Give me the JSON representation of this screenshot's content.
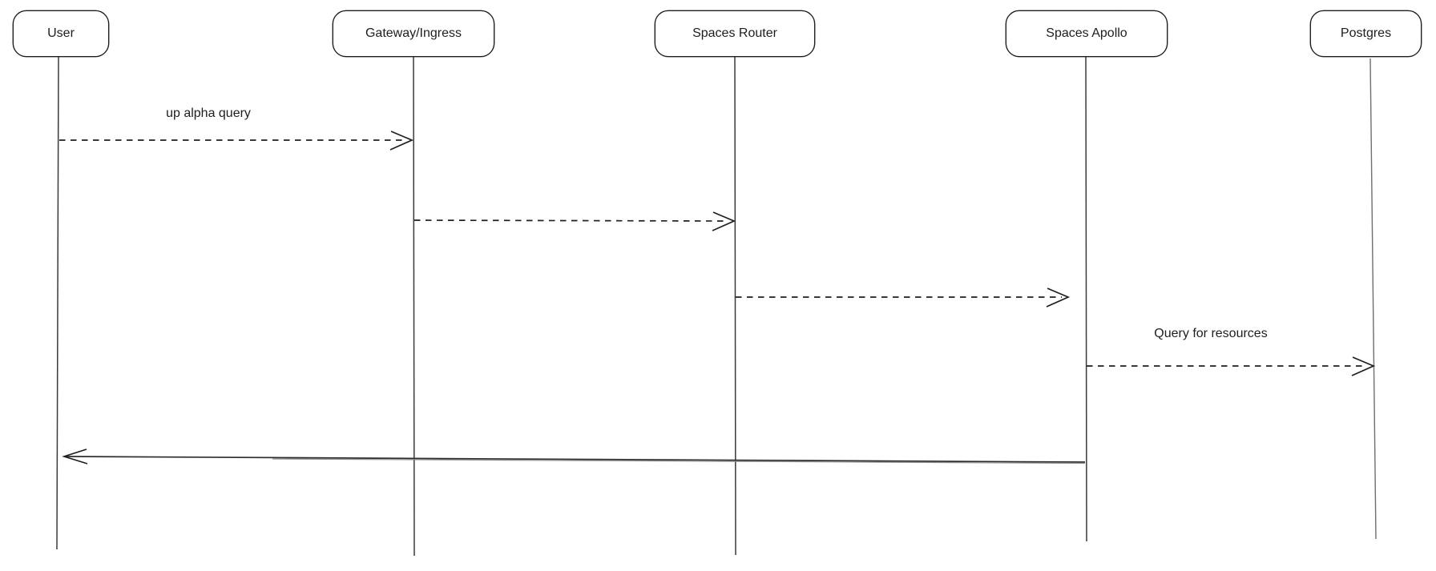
{
  "diagram": {
    "kind": "sequence-diagram",
    "background_color": "#ffffff",
    "stroke_color": "#1f1f1f",
    "secondary_stroke_color": "#6f6f6f",
    "text_color": "#1e1e1e"
  },
  "actors": [
    {
      "label": "User"
    },
    {
      "label": "Gateway/Ingress"
    },
    {
      "label": "Spaces Router"
    },
    {
      "label": "Spaces Apollo"
    },
    {
      "label": "Postgres"
    }
  ],
  "messages": [
    {
      "label": "up alpha query",
      "from": "User",
      "to": "Gateway/Ingress",
      "style": "dashed"
    },
    {
      "label": "",
      "from": "Gateway/Ingress",
      "to": "Spaces Router",
      "style": "dashed"
    },
    {
      "label": "",
      "from": "Spaces Router",
      "to": "Spaces Apollo",
      "style": "dashed"
    },
    {
      "label": "Query for resources",
      "from": "Spaces Apollo",
      "to": "Postgres",
      "style": "dashed"
    },
    {
      "label": "",
      "from": "Spaces Apollo",
      "to": "User",
      "style": "solid"
    }
  ]
}
